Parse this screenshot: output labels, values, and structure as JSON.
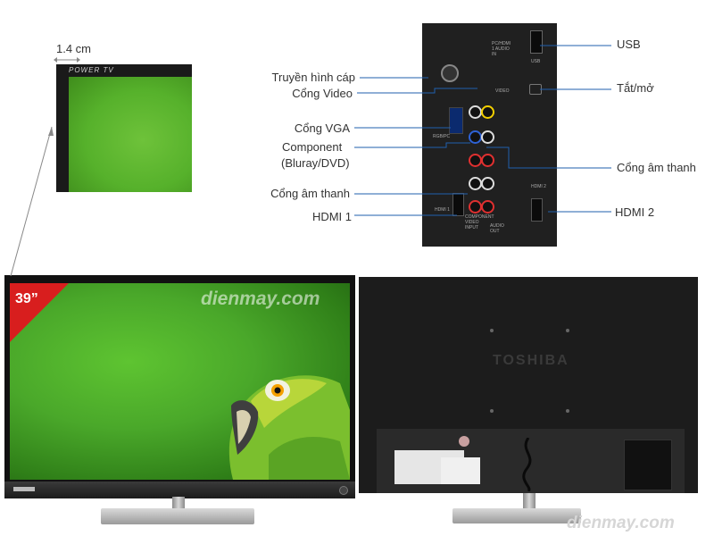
{
  "bezel": {
    "width_label": "1.4 cm",
    "brand_text": "POWER TV"
  },
  "front": {
    "size_label": "39”",
    "watermark": "dienmay.com"
  },
  "back": {
    "brand_text": "TOSHIBA",
    "watermark": "dienmay.com"
  },
  "ports": {
    "left": [
      {
        "id": "cable",
        "label": "Truyền hình cáp"
      },
      {
        "id": "video",
        "label": "Cổng Video"
      },
      {
        "id": "vga",
        "label": "Cổng VGA"
      },
      {
        "id": "component",
        "label": "Component",
        "sub": "(Bluray/DVD)"
      },
      {
        "id": "audio-left",
        "label": "Cổng âm thanh"
      },
      {
        "id": "hdmi1",
        "label": "HDMI 1"
      }
    ],
    "right": [
      {
        "id": "usb",
        "label": "USB"
      },
      {
        "id": "power",
        "label": "Tắt/mở"
      },
      {
        "id": "audio-right",
        "label": "Cổng âm thanh"
      },
      {
        "id": "hdmi2",
        "label": "HDMI 2"
      }
    ],
    "panel_labels": {
      "pc_hdmi": "PC/HDMI 1 AUDIO IN",
      "video": "VIDEO",
      "rgb_pc": "RGB/PC",
      "hdmi1": "HDMI 1",
      "hdmi2": "HDMI 2",
      "usb": "USB",
      "component": "COMPONENT VIDEO INPUT",
      "audio_out": "AUDIO OUT"
    }
  },
  "colors": {
    "line": "#1f5fae",
    "badge": "#d81e1e",
    "screen": "#4aa82a"
  }
}
